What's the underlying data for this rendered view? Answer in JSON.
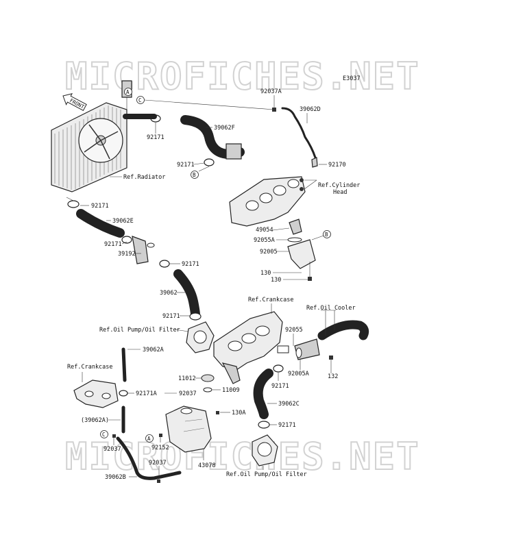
{
  "watermark": {
    "top": "MICROFICHES.NET",
    "bottom": "MICROFICHES.NET"
  },
  "diagram_code": "E3037",
  "front_label": "FRONT",
  "callouts": {
    "a_top": "A",
    "c_top": "C",
    "b_mid": "B",
    "b_right": "B",
    "a_bottom": "A",
    "c_bottom": "C"
  },
  "refs": {
    "radiator": "Ref.Radiator",
    "cyl_head_1": "Ref.Cylinder",
    "cyl_head_2": "Head",
    "crankcase_top": "Ref.Crankcase",
    "oil_cooler": "Ref.Oil Cooler",
    "oil_pump_1": "Ref.Oil Pump/Oil Filter",
    "crankcase_left": "Ref.Crankcase",
    "oil_pump_2": "Ref.Oil Pump/Oil Filter"
  },
  "parts": {
    "p92037a_top": "92037A",
    "p39062d": "39062D",
    "p92171_a": "92171",
    "p39062f": "39062F",
    "p92171_b": "92171",
    "p92170": "92170",
    "p92171_c": "92171",
    "p39062e": "39062E",
    "p92171_d": "92171",
    "p39192": "39192",
    "p92171_e": "92171",
    "p49054": "49054",
    "p92055a": "92055A",
    "p92005": "92005",
    "p130_a": "130",
    "p130_b": "130",
    "p39062": "39062",
    "p92171_f": "92171",
    "p92055": "92055",
    "p92005a": "92005A",
    "p132": "132",
    "p39062a": "39062A",
    "p11012": "11012",
    "p11009": "11009",
    "p92171_g": "92171",
    "p92171a": "92171A",
    "p92037_a": "92037",
    "p39062c": "39062C",
    "p130a": "130A",
    "p39062a_paren": "(39062A)",
    "p92171_h": "92171",
    "p92037_b": "92037",
    "p92152": "92152",
    "p92037_c": "92037",
    "p43078": "43078",
    "p39062b": "39062B"
  }
}
